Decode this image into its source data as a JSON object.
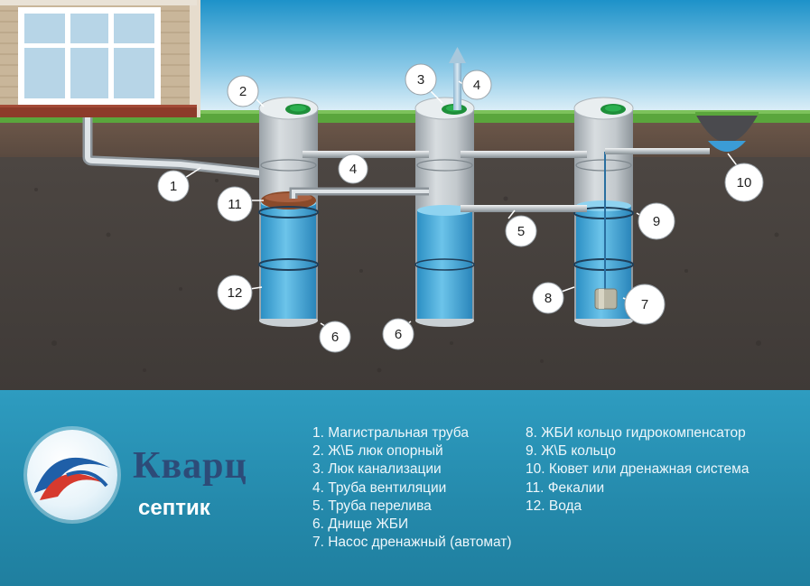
{
  "callouts": {
    "c1": "1",
    "c2": "2",
    "c3": "3",
    "c4a": "4",
    "c4b": "4",
    "c5": "5",
    "c6a": "6",
    "c6b": "6",
    "c7": "7",
    "c8": "8",
    "c9": "9",
    "c10": "10",
    "c11": "11",
    "c12": "12"
  },
  "legend": {
    "left": [
      "1. Магистральная труба",
      "2. Ж\\Б люк опорный",
      "3. Люк канализации",
      "4. Труба вентиляции",
      "5. Труба перелива",
      "6. Днище ЖБИ",
      "7. Насос дренажный (автомат)"
    ],
    "right": [
      "8. ЖБИ кольцо гидрокомпенсатор",
      "9. Ж\\Б кольцо",
      "10. Кювет или дренажная система",
      "11. Фекалии",
      "12. Вода"
    ]
  },
  "brand": {
    "name": "Кварц",
    "subtitle": "септик"
  },
  "colors": {
    "grass": "#5aa63c",
    "soil": "#4a4440",
    "water": "#3a9fd0",
    "feces": "#8a4a2a",
    "hatch": "#1e8f3a",
    "panel": "#2a8fb0",
    "brand_text": "#2d4b78"
  }
}
